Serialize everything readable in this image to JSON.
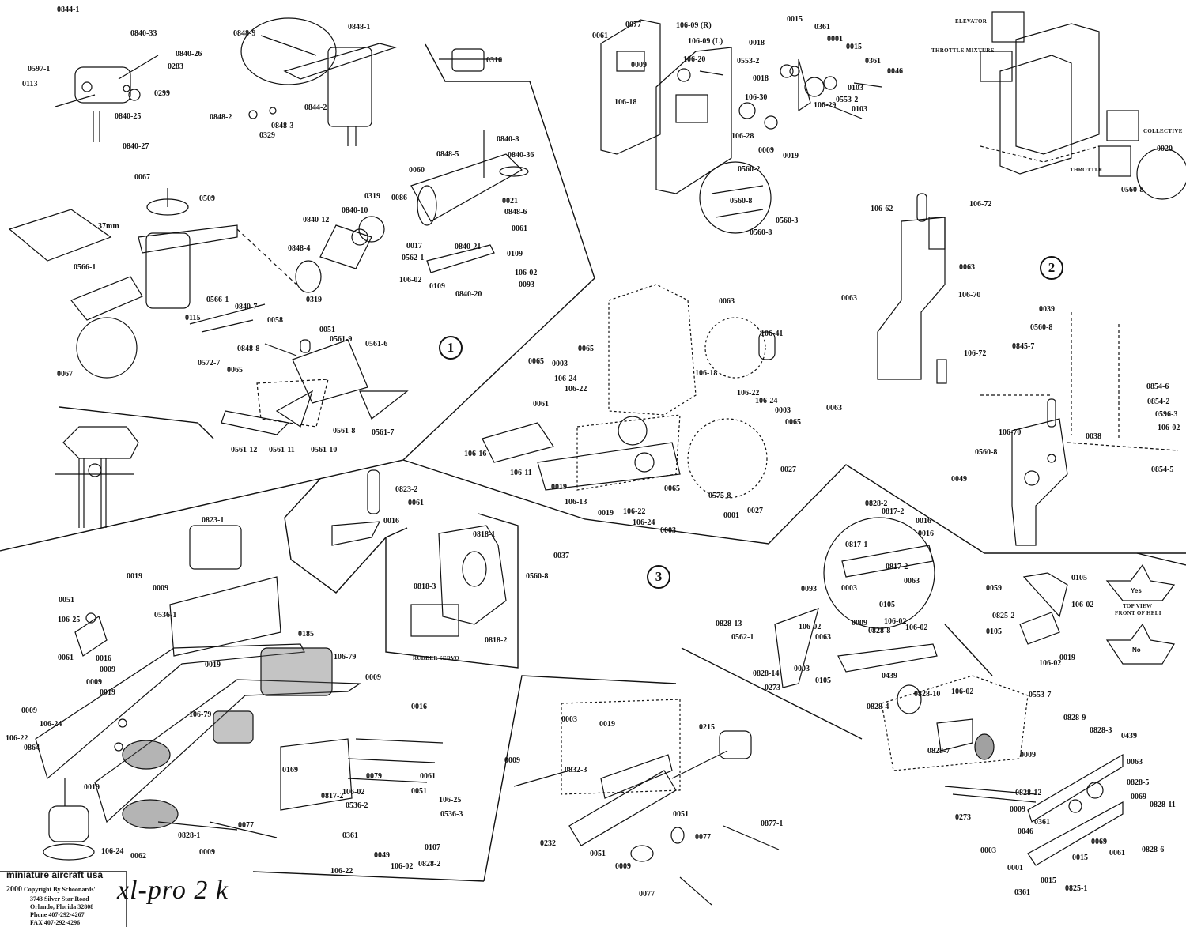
{
  "sections": [
    "1",
    "2",
    "3"
  ],
  "servo_labels": {
    "elevator": "ELEVATOR",
    "throttle_mixture": "THROTTLE MIXTURE",
    "collective": "COLLECTIVE",
    "throttle": "THROTTLE",
    "rudder_servo": "RUDDER SERVO"
  },
  "dimension": "37mm",
  "view_notes": {
    "top_view": "TOP VIEW",
    "front_of_heli": "FRONT OF HELI",
    "yes": "Yes",
    "no": "No"
  },
  "footer": {
    "brand": "miniature aircraft usa",
    "year": "2000",
    "copyright": "Copyright By Schoonards'",
    "address1": "3743 Silver Star Road",
    "address2": "Orlando, Florida 32808",
    "phone": "Phone 407-292-4267",
    "fax": "FAX 407-292-4296",
    "model": "xl-pro 2 k"
  },
  "part_labels": [
    "0844-1",
    "0840-33",
    "0840-26",
    "0283",
    "0597-1",
    "0113",
    "0299",
    "0840-25",
    "0840-27",
    "0848-9",
    "0848-1",
    "0316",
    "0848-2",
    "0844-2",
    "0848-3",
    "0329",
    "0840-8",
    "0840-36",
    "0848-5",
    "0060",
    "0021",
    "0848-6",
    "0061",
    "0319",
    "0086",
    "0840-10",
    "0840-12",
    "0848-4",
    "0319",
    "0017",
    "0840-21",
    "0562-1",
    "0109",
    "106-02",
    "106-02",
    "0109",
    "0840-20",
    "0093",
    "0067",
    "0509",
    "0566-1",
    "0566-1",
    "0840-7",
    "0115",
    "0058",
    "0051",
    "0561-9",
    "0561-6",
    "0848-8",
    "0572-7",
    "0065",
    "0067",
    "0561-8",
    "0561-12",
    "0561-11",
    "0561-10",
    "0561-7",
    "0061",
    "0077",
    "106-09 (R)",
    "106-09 (L)",
    "0009",
    "106-20",
    "106-18",
    "0015",
    "0361",
    "0018",
    "0001",
    "0015",
    "0553-2",
    "0361",
    "0046",
    "0018",
    "0103",
    "106-30",
    "106-29",
    "0553-2",
    "0103",
    "106-28",
    "0009",
    "0019",
    "0560-2",
    "0560-8",
    "0560-3",
    "0560-8",
    "0020",
    "0560-8",
    "106-62",
    "106-72",
    "0063",
    "0063",
    "106-70",
    "106-72",
    "0063",
    "0039",
    "0560-8",
    "0845-7",
    "0854-6",
    "0854-2",
    "0596-3",
    "106-02",
    "0038",
    "106-70",
    "0560-8",
    "0049",
    "0854-5",
    "0063",
    "106-41",
    "0065",
    "106-18",
    "0065",
    "0003",
    "106-24",
    "106-22",
    "0061",
    "106-22",
    "106-24",
    "0003",
    "0065",
    "106-16",
    "106-11",
    "0019",
    "106-13",
    "0019",
    "106-22",
    "0065",
    "106-24",
    "0003",
    "0027",
    "0575-8",
    "0001",
    "0027",
    "0823-2",
    "0061",
    "0016",
    "0823-1",
    "0818-1",
    "0037",
    "0560-8",
    "0818-3",
    "0818-2",
    "0019",
    "0009",
    "0051",
    "106-25",
    "0536-1",
    "0061",
    "0016",
    "0009",
    "0019",
    "0009",
    "0019",
    "0009",
    "106-24",
    "106-22",
    "0864",
    "0019",
    "106-79",
    "0185",
    "106-79",
    "0009",
    "0016",
    "0169",
    "0079",
    "0061",
    "0817-2",
    "106-02",
    "0536-2",
    "0051",
    "106-25",
    "0536-3",
    "0361",
    "0049",
    "106-02",
    "0107",
    "0828-2",
    "0828-1",
    "0009",
    "0077",
    "106-22",
    "106-24",
    "0062",
    "0828-2",
    "0817-2",
    "0016",
    "0016",
    "0817-1",
    "0817-2",
    "0003",
    "0063",
    "0105",
    "0093",
    "0828-13",
    "106-02",
    "0063",
    "0009",
    "0828-8",
    "106-02",
    "106-02",
    "0562-1",
    "0003",
    "0105",
    "0828-14",
    "0273",
    "0439",
    "0828-4",
    "0828-10",
    "106-02",
    "0553-7",
    "0828-9",
    "0828-3",
    "0828-7",
    "0439",
    "0009",
    "0063",
    "0828-5",
    "0273",
    "0828-12",
    "0009",
    "0069",
    "0828-11",
    "0361",
    "0046",
    "0003",
    "0069",
    "0061",
    "0828-6",
    "0015",
    "0001",
    "0361",
    "0015",
    "0825-1",
    "0059",
    "0105",
    "106-02",
    "0825-2",
    "0105",
    "106-02",
    "0019",
    "0003",
    "0019",
    "0009",
    "0832-3",
    "0215",
    "0051",
    "0077",
    "0877-1",
    "0232",
    "0051",
    "0009",
    "0077"
  ]
}
